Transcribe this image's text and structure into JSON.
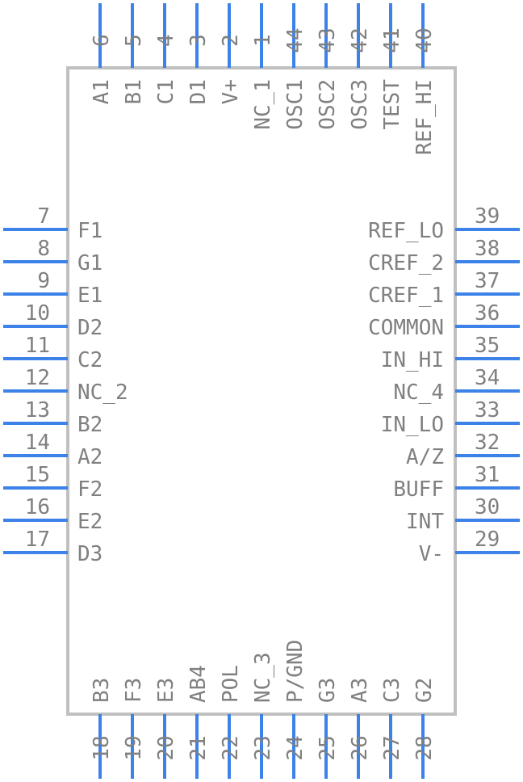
{
  "colors": {
    "pin": "#3c82e8",
    "body": "#c0c0c0",
    "text": "#808080"
  },
  "pins": {
    "top": [
      {
        "num": "6",
        "name": "A1"
      },
      {
        "num": "5",
        "name": "B1"
      },
      {
        "num": "4",
        "name": "C1"
      },
      {
        "num": "3",
        "name": "D1"
      },
      {
        "num": "2",
        "name": "V+"
      },
      {
        "num": "1",
        "name": "NC_1"
      },
      {
        "num": "44",
        "name": "OSC1"
      },
      {
        "num": "43",
        "name": "OSC2"
      },
      {
        "num": "42",
        "name": "OSC3"
      },
      {
        "num": "41",
        "name": "TEST"
      },
      {
        "num": "40",
        "name": "REF_HI"
      }
    ],
    "left": [
      {
        "num": "7",
        "name": "F1"
      },
      {
        "num": "8",
        "name": "G1"
      },
      {
        "num": "9",
        "name": "E1"
      },
      {
        "num": "10",
        "name": "D2"
      },
      {
        "num": "11",
        "name": "C2"
      },
      {
        "num": "12",
        "name": "NC_2"
      },
      {
        "num": "13",
        "name": "B2"
      },
      {
        "num": "14",
        "name": "A2"
      },
      {
        "num": "15",
        "name": "F2"
      },
      {
        "num": "16",
        "name": "E2"
      },
      {
        "num": "17",
        "name": "D3"
      }
    ],
    "right": [
      {
        "num": "39",
        "name": "REF_LO"
      },
      {
        "num": "38",
        "name": "CREF_2"
      },
      {
        "num": "37",
        "name": "CREF_1"
      },
      {
        "num": "36",
        "name": "COMMON"
      },
      {
        "num": "35",
        "name": "IN_HI"
      },
      {
        "num": "34",
        "name": "NC_4"
      },
      {
        "num": "33",
        "name": "IN_LO"
      },
      {
        "num": "32",
        "name": "A/Z"
      },
      {
        "num": "31",
        "name": "BUFF"
      },
      {
        "num": "30",
        "name": "INT"
      },
      {
        "num": "29",
        "name": "V-"
      }
    ],
    "bottom": [
      {
        "num": "18",
        "name": "B3"
      },
      {
        "num": "19",
        "name": "F3"
      },
      {
        "num": "20",
        "name": "E3"
      },
      {
        "num": "21",
        "name": "AB4"
      },
      {
        "num": "22",
        "name": "POL"
      },
      {
        "num": "23",
        "name": "NC_3"
      },
      {
        "num": "24",
        "name": "P/GND"
      },
      {
        "num": "25",
        "name": "G3"
      },
      {
        "num": "26",
        "name": "A3"
      },
      {
        "num": "27",
        "name": "C3"
      },
      {
        "num": "28",
        "name": "G2"
      }
    ]
  }
}
